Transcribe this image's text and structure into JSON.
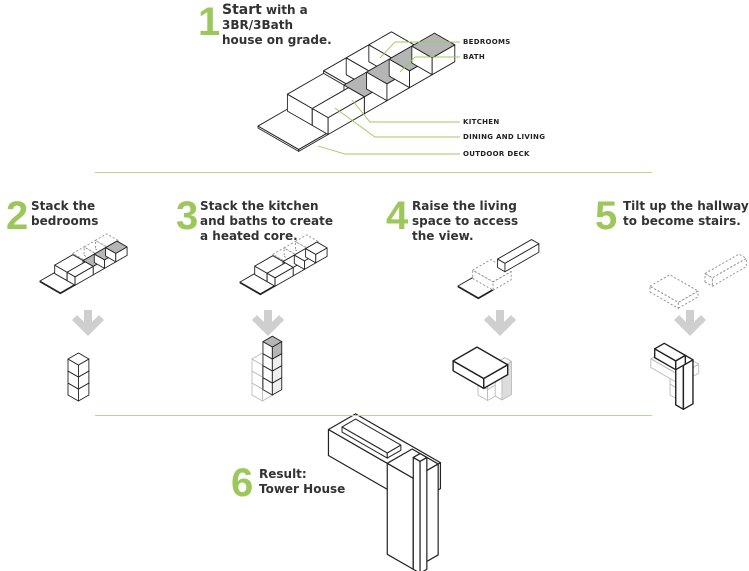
{
  "colors": {
    "accent": "#9dc75b",
    "arrow": "#cfcfcf",
    "bath_fill": "#b5b5b5"
  },
  "step1": {
    "number": "1",
    "bold": "Start",
    "line1_rest": " with a",
    "line2": "3BR/3Bath",
    "line3": "house on grade.",
    "labels": [
      "BEDROOMS",
      "BATH",
      "KITCHEN",
      "DINING AND LIVING",
      "OUTDOOR DECK"
    ]
  },
  "steps": [
    {
      "number": "2",
      "lines": [
        "Stack the",
        "bedrooms"
      ]
    },
    {
      "number": "3",
      "lines": [
        "Stack the kitchen",
        "and baths to create",
        "a heated core."
      ]
    },
    {
      "number": "4",
      "lines": [
        "Raise the living",
        "space to access",
        "the view."
      ]
    },
    {
      "number": "5",
      "lines": [
        "Tilt up the hallway",
        "to become stairs."
      ]
    }
  ],
  "result": {
    "number": "6",
    "title": "Result:",
    "subtitle": "Tower House"
  },
  "icons": [
    "down-arrow-icon"
  ]
}
